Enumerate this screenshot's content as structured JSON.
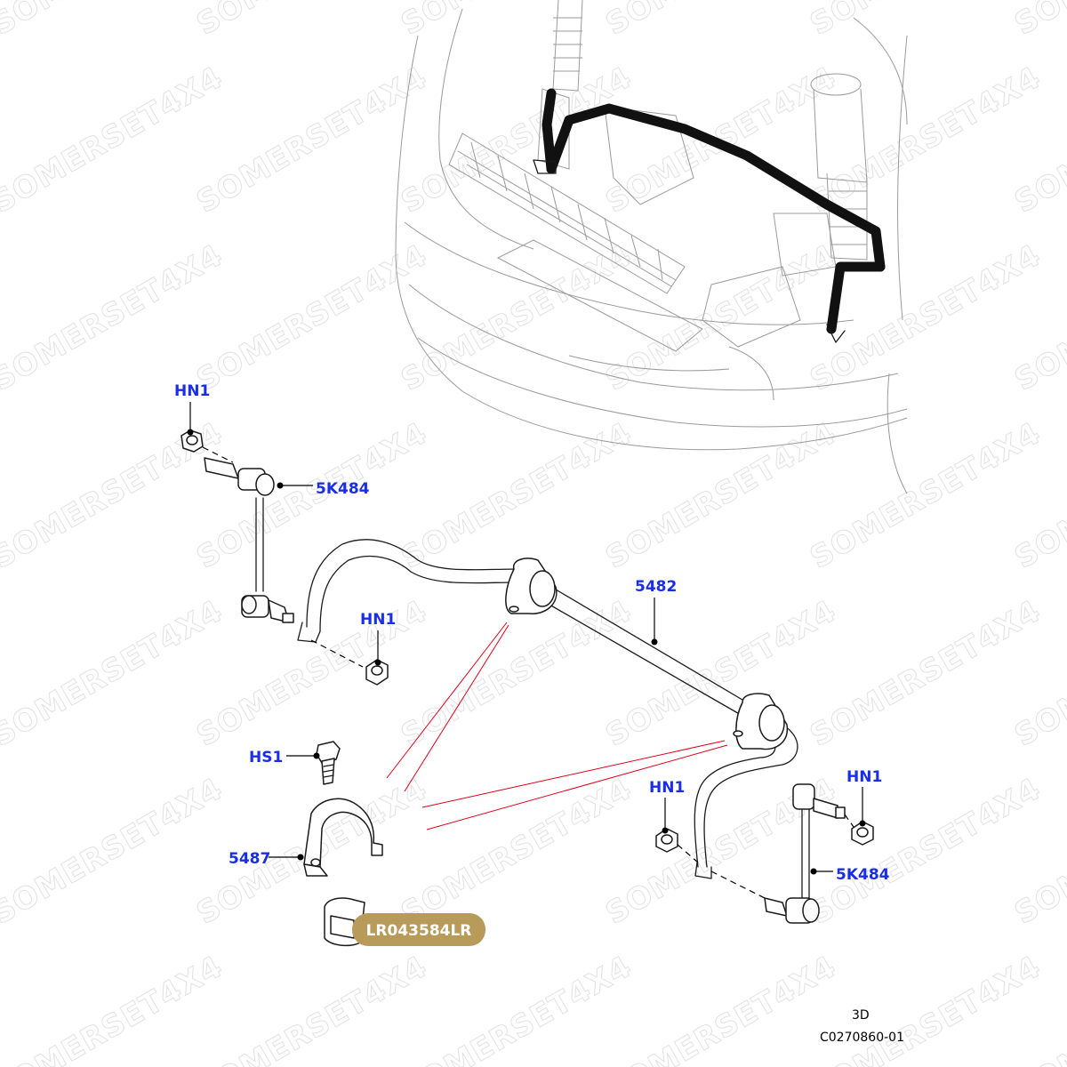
{
  "watermark_text": "SOMERSET4X4",
  "callouts": {
    "hn1_top_left": "HN1",
    "link_left": "5K484",
    "bar": "5482",
    "hn1_mid": "HN1",
    "hs1": "HS1",
    "clamp": "5487",
    "hn1_right_low": "HN1",
    "hn1_right_high": "HN1",
    "link_right": "5K484"
  },
  "part_badge": {
    "label": "LR043584LR",
    "color": "#b89a5a"
  },
  "footer": {
    "view": "3D",
    "code": "C0270860-01"
  },
  "colors": {
    "callout": "#1a2ee8",
    "highlight_lines": "#e0001a"
  }
}
